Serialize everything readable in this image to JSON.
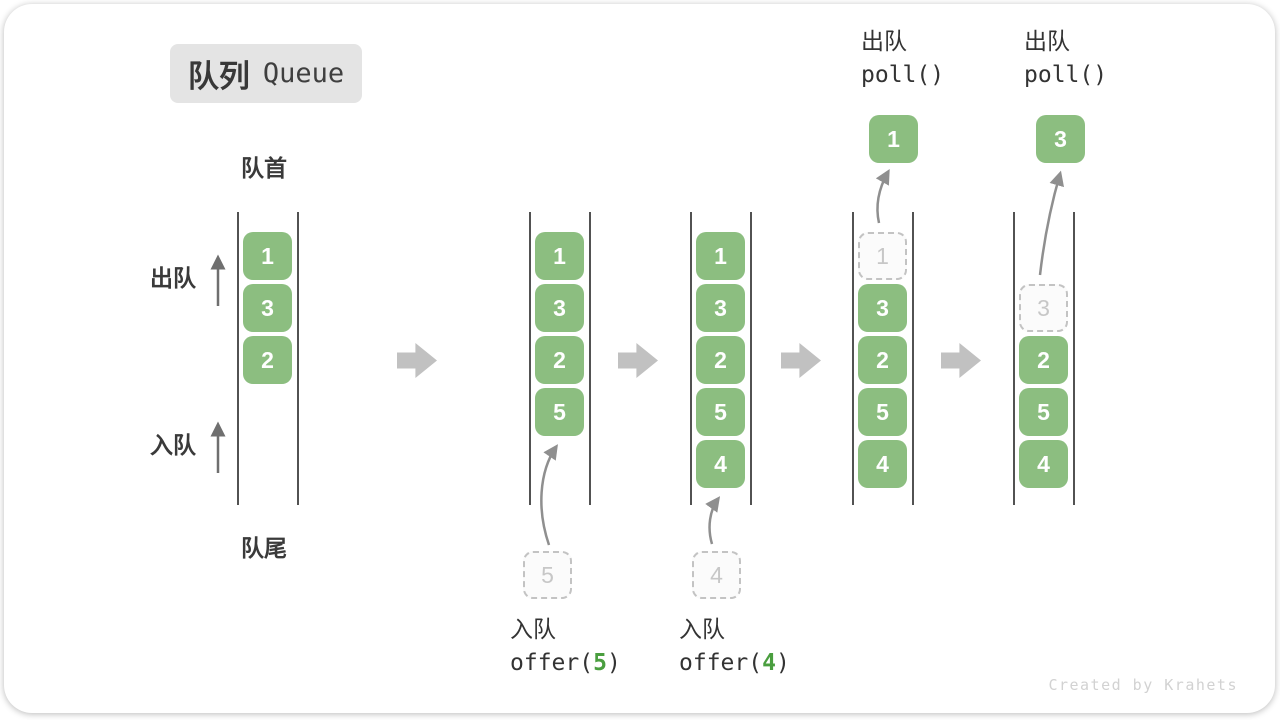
{
  "title": {
    "zh": "队列",
    "en": "Queue"
  },
  "queue_labels": {
    "front": "队首",
    "rear": "队尾",
    "dequeue": "出队",
    "enqueue": "入队"
  },
  "colors": {
    "box_green": "#8cbe80",
    "arg_green": "#4a9e3f",
    "step_arrow_gray": "#c1c1c1",
    "title_bg": "#e4e4e4",
    "dashed_border": "#c3c3c3",
    "text_dark": "#3a3a3a"
  },
  "states": [
    {
      "items": [
        "1",
        "3",
        "2"
      ]
    },
    {
      "items": [
        "1",
        "3",
        "2",
        "5"
      ],
      "incoming": "5",
      "op": {
        "label": "入队",
        "prefix": "offer(",
        "arg": "5",
        "suffix": ")"
      }
    },
    {
      "items": [
        "1",
        "3",
        "2",
        "5",
        "4"
      ],
      "incoming": "4",
      "op": {
        "label": "入队",
        "prefix": "offer(",
        "arg": "4",
        "suffix": ")"
      }
    },
    {
      "items": [
        "3",
        "2",
        "5",
        "4"
      ],
      "removed": "1",
      "op": {
        "label": "出队",
        "fn": "poll()"
      }
    },
    {
      "items": [
        "2",
        "5",
        "4"
      ],
      "removed": "3",
      "op": {
        "label": "出队",
        "fn": "poll()"
      }
    }
  ],
  "watermark": "Created by Krahets"
}
